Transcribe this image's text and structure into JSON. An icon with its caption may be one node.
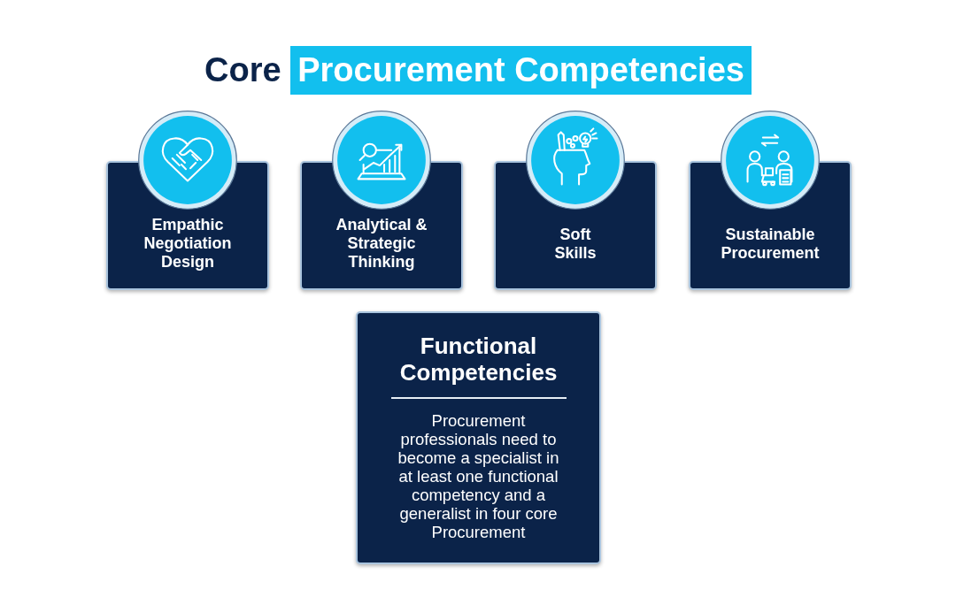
{
  "diagram": {
    "title": "Core Procurement Competencies",
    "nodes": [
      {
        "text": [
          "Empathic Negotiation Design"
        ]
      },
      {
        "text": [
          "Analytical & Strategic Thinking"
        ]
      },
      {
        "text": [
          "Soft Skills"
        ]
      },
      {
        "text": [
          "Sustainable Procurement"
        ]
      },
      {
        "text": [
          "Functional Competencies",
          "Procurement professionals need to become a specialist in at least one functional competency and a generalist in four core Procurement"
        ]
      }
    ]
  }
}
